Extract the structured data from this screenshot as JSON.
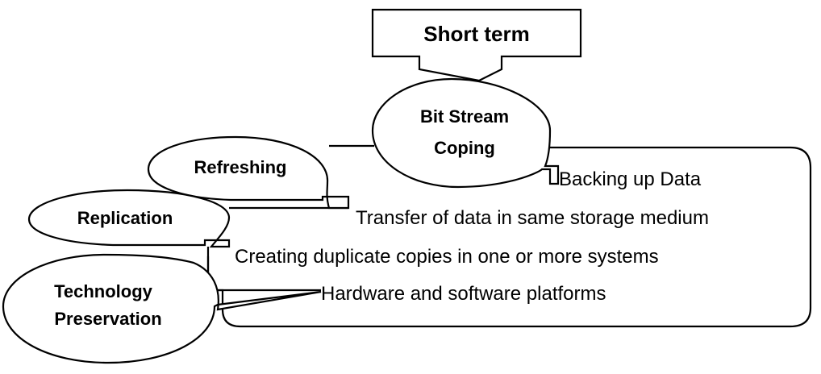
{
  "diagram": {
    "short_term": "Short term",
    "bitstream_line1": "Bit Stream",
    "bitstream_line2": "Coping",
    "refreshing": "Refreshing",
    "replication": "Replication",
    "technology_line1": "Technology",
    "technology_line2": "Preservation",
    "backing_up": "Backing up Data",
    "transfer": "Transfer of data in same storage medium",
    "creating": "Creating duplicate copies in one or more systems",
    "hardware": "Hardware and software platforms"
  }
}
